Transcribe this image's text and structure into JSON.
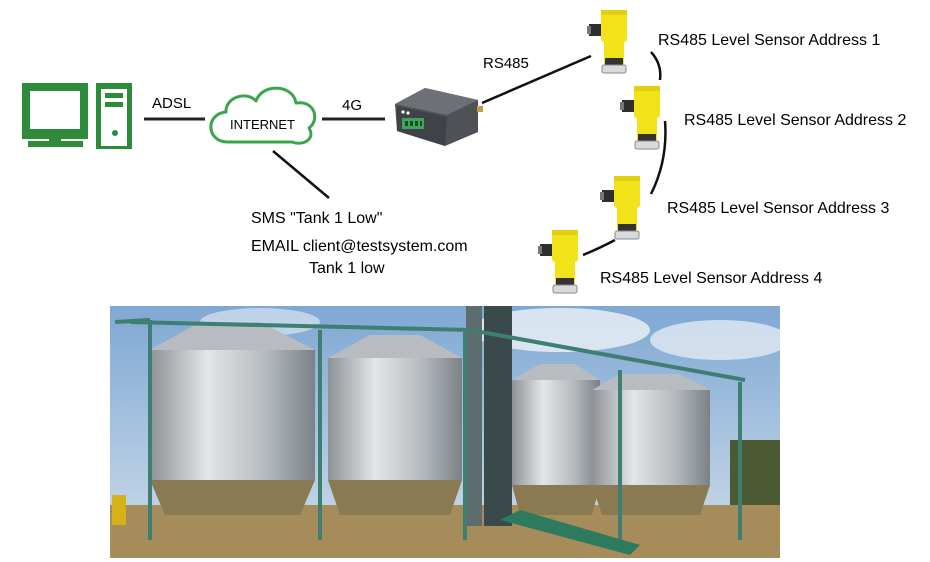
{
  "links": {
    "adsl": "ADSL",
    "fourg": "4G",
    "rs485": "RS485"
  },
  "cloud": {
    "label": "INTERNET"
  },
  "sensors": [
    {
      "label": "RS485 Level Sensor Address 1"
    },
    {
      "label": "RS485 Level Sensor Address 2"
    },
    {
      "label": "RS485 Level Sensor Address 3"
    },
    {
      "label": "RS485 Level Sensor Address 4"
    }
  ],
  "notifications": {
    "sms": "SMS \"Tank 1 Low\"",
    "email": "EMAIL client@testsystem.com",
    "email_body": "Tank 1 low"
  },
  "colors": {
    "computer": "#2e8b3a",
    "cloud": "#3aa64a",
    "sensor_yellow": "#f2e21a",
    "sensor_dark": "#3a3a3a",
    "sky": "#8fb6da",
    "silo": "#c4c8cc",
    "frame": "#3f7e72",
    "ground": "#a68c5a"
  },
  "icons": {
    "computer": "desktop-computer-icon",
    "cloud": "cloud-icon",
    "gateway": "4g-gateway-icon",
    "sensor": "radar-level-sensor-icon"
  }
}
